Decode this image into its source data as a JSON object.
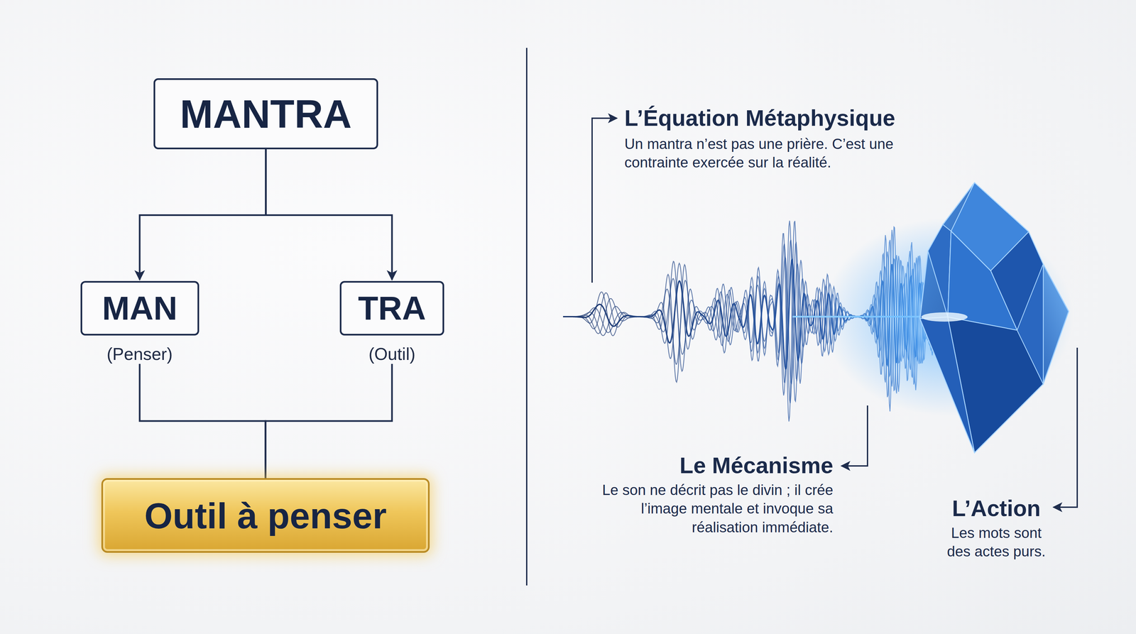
{
  "diagram": {
    "nodes": [
      {
        "text": [
          "MANTRA"
        ]
      },
      {
        "text": [
          "MAN",
          "(Penser)"
        ]
      },
      {
        "text": [
          "TRA",
          "(Outil)"
        ]
      },
      {
        "text": [
          "Outil à penser"
        ]
      }
    ],
    "edges": [
      {
        "from": 0,
        "to": 1,
        "arrow": "to"
      },
      {
        "from": 0,
        "to": 2,
        "arrow": "to"
      },
      {
        "from": 1,
        "to": 3,
        "arrow": "none"
      },
      {
        "from": 2,
        "to": 3,
        "arrow": "none"
      }
    ],
    "labels": [
      "L’Équation Métaphysique",
      "Un mantra n’est pas une prière. C’est une contrainte exercée sur la réalité.",
      "Le Mécanisme",
      "Le son ne décrit pas le divin ; il crée l’image mentale et invoque sa réalisation immédiate.",
      "L’Action",
      "Les mots sont des actes purs."
    ]
  }
}
